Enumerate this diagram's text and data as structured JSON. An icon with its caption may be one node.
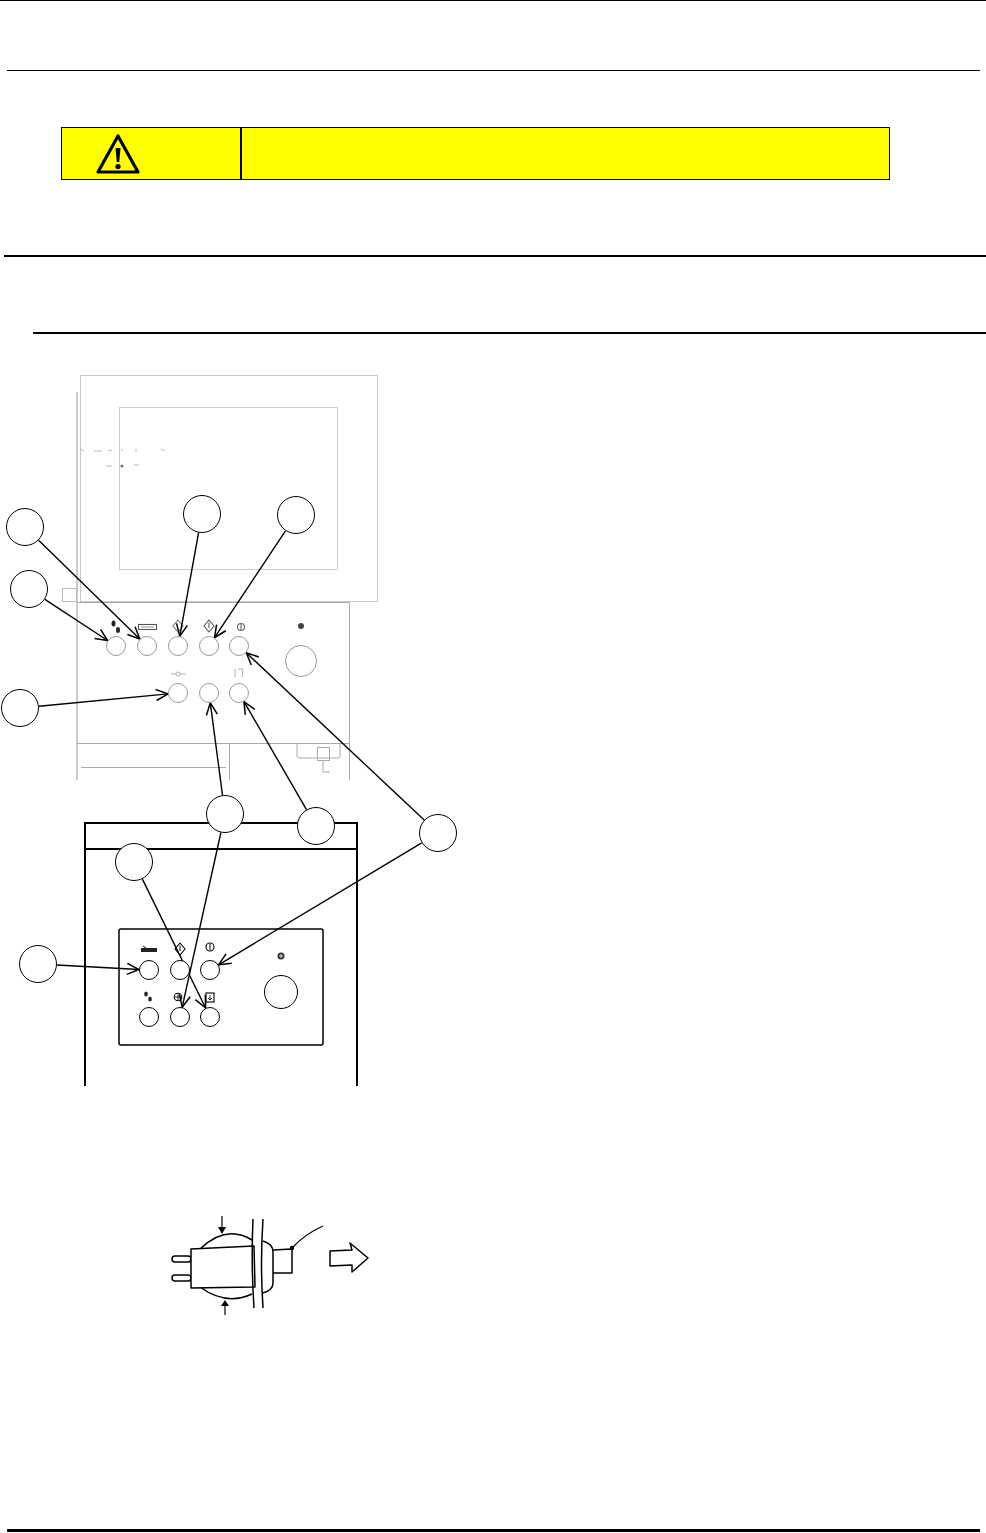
{
  "diagram": {
    "nodes": [
      {
        "text": [],
        "shape": "circle"
      },
      {
        "text": [],
        "shape": "circle"
      },
      {
        "text": [],
        "shape": "circle"
      },
      {
        "text": [],
        "shape": "circle"
      },
      {
        "text": [],
        "shape": "circle"
      },
      {
        "text": [],
        "shape": "circle"
      },
      {
        "text": [],
        "shape": "circle"
      },
      {
        "text": [],
        "shape": "circle"
      },
      {
        "text": [],
        "shape": "circle"
      },
      {
        "text": [],
        "shape": "circle"
      },
      {
        "text": [],
        "shape": "circle"
      },
      {
        "text": [],
        "shape": "circle"
      },
      {
        "text": [],
        "shape": "circle"
      },
      {
        "text": [],
        "shape": "circle"
      },
      {
        "text": [],
        "shape": "circle"
      },
      {
        "text": [],
        "shape": "circle"
      },
      {
        "text": [],
        "shape": "circle"
      },
      {
        "text": [],
        "shape": "circle"
      },
      {
        "text": [],
        "shape": "circle"
      },
      {
        "text": [],
        "shape": "circle"
      },
      {
        "text": [],
        "shape": "circle"
      },
      {
        "text": [],
        "shape": "circle"
      },
      {
        "text": [],
        "shape": "circle"
      },
      {
        "text": [],
        "shape": "circle"
      },
      {
        "text": [],
        "shape": "circle"
      },
      {
        "text": [],
        "shape": "circle"
      }
    ],
    "edges": [
      {
        "from": 0,
        "to": 6,
        "arrow": "to"
      },
      {
        "from": 1,
        "to": 7,
        "arrow": "to"
      },
      {
        "from": 2,
        "to": 5,
        "arrow": "to"
      },
      {
        "from": 3,
        "to": 4,
        "arrow": "to"
      },
      {
        "from": 13,
        "to": 10,
        "arrow": "to"
      },
      {
        "from": 14,
        "to": 11,
        "arrow": "to"
      },
      {
        "from": 14,
        "to": 24,
        "arrow": "to"
      },
      {
        "from": 15,
        "to": 12,
        "arrow": "to"
      },
      {
        "from": 16,
        "to": 8,
        "arrow": "to"
      },
      {
        "from": 16,
        "to": 21,
        "arrow": "to"
      },
      {
        "from": 17,
        "to": 25,
        "arrow": "to"
      },
      {
        "from": 18,
        "to": 19,
        "arrow": "to"
      }
    ]
  }
}
